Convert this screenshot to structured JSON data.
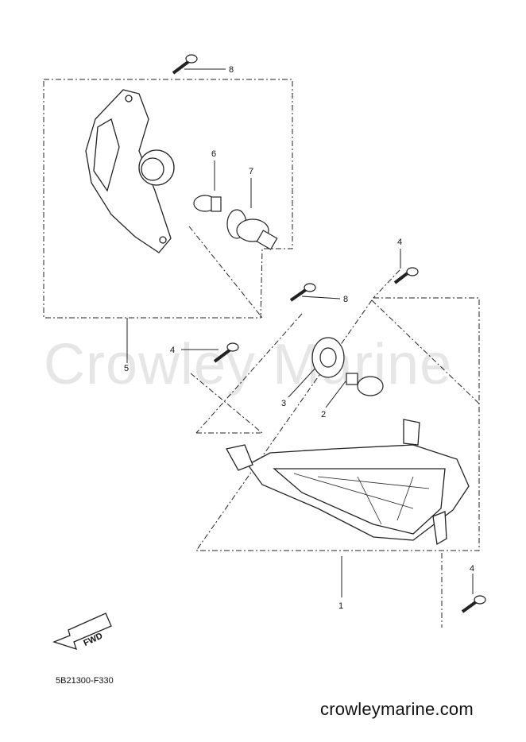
{
  "watermark": "Crowley Marine",
  "callouts": {
    "c8_top": "8",
    "c6": "6",
    "c7": "7",
    "c4_right": "4",
    "c8_mid": "8",
    "c4_left": "4",
    "c5": "5",
    "c3": "3",
    "c2": "2",
    "c4_bottom": "4",
    "c1": "1"
  },
  "fwd_label": "FWD",
  "part_number": "5B21300-F330",
  "website": "crowleymarine.com"
}
